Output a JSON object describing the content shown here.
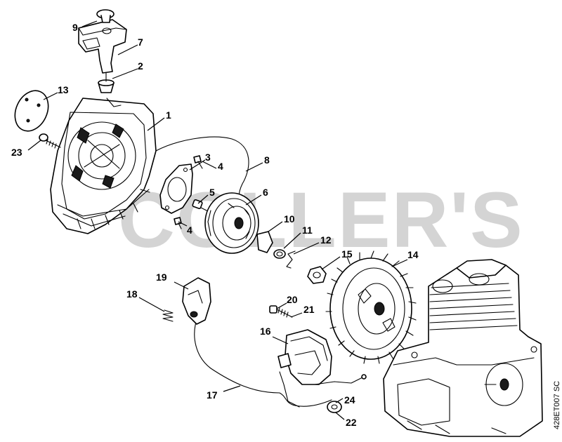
{
  "watermark": "COLLER'S",
  "diagram_code": "428ET007 SC",
  "callouts": [
    "1",
    "2",
    "3",
    "4",
    "4",
    "5",
    "6",
    "7",
    "8",
    "9",
    "10",
    "11",
    "12",
    "13",
    "14",
    "15",
    "16",
    "17",
    "18",
    "19",
    "20",
    "21",
    "22",
    "23",
    "24"
  ]
}
